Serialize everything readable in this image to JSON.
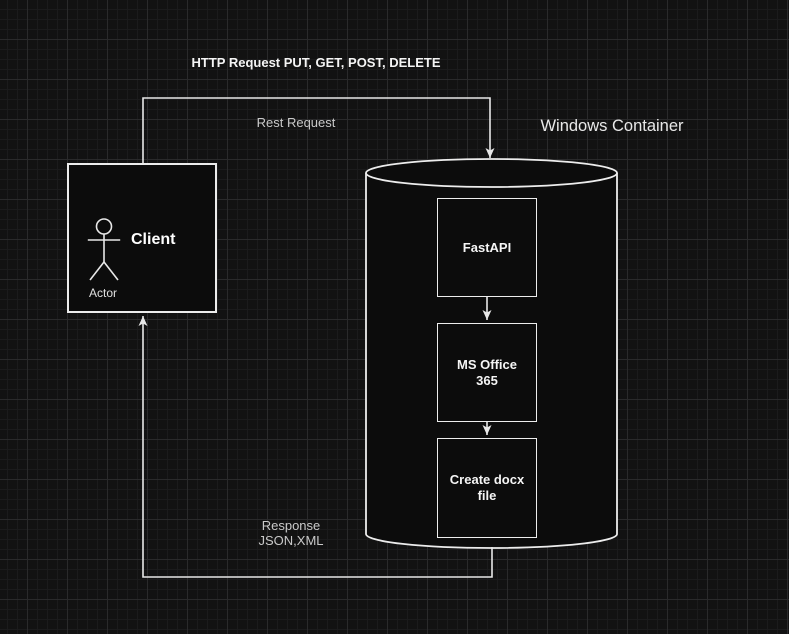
{
  "colors": {
    "background": "#121212",
    "grid_minor": "#1b1b1c",
    "grid_major": "#2a2a2b",
    "shape_fill": "#0c0c0c",
    "shape_stroke": "#ededed",
    "text_primary": "#f5f5f5",
    "text_secondary": "#c9c9c9"
  },
  "client": {
    "title": "Client",
    "caption": "Actor"
  },
  "container": {
    "title": "Windows Container",
    "nodes": [
      {
        "label": "FastAPI"
      },
      {
        "label": "MS Office 365"
      },
      {
        "label": "Create docx file"
      }
    ]
  },
  "edges": {
    "http_request": "HTTP Request PUT, GET, POST, DELETE",
    "rest_request": "Rest Request",
    "response_line1": "Response",
    "response_line2": "JSON,XML"
  }
}
